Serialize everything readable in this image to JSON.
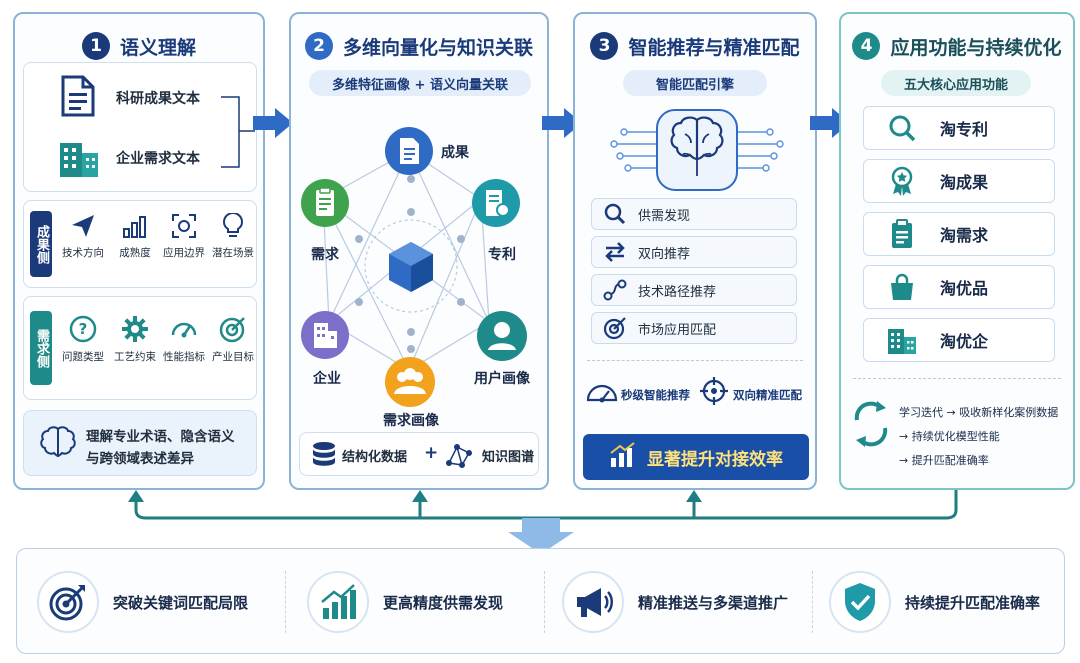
{
  "colors": {
    "navy": "#1a3a7a",
    "blue": "#2f6bc4",
    "teal": "#1e8a8a",
    "green": "#3fa34d",
    "orange": "#f2a21c",
    "purple": "#7b6fc9"
  },
  "panel1": {
    "num": "1",
    "title": "语义理解",
    "input1": "科研成果文本",
    "input2": "企业需求文本",
    "achieve_tag": "成果侧",
    "achieve_items": [
      "技术方向",
      "成熟度",
      "应用边界",
      "潜在场景"
    ],
    "demand_tag": "需求侧",
    "demand_items": [
      "问题类型",
      "工艺约束",
      "性能指标",
      "产业目标"
    ],
    "summary_line1": "理解专业术语、隐含语义",
    "summary_line2": "与跨领域表述差异"
  },
  "panel2": {
    "num": "2",
    "title": "多维向量化与知识关联",
    "subtitle": "多维特征画像 + 语义向量关联",
    "nodes": {
      "achieve": "成果",
      "patent": "专利",
      "user": "用户画像",
      "demand_portrait": "需求画像",
      "enterprise": "企业",
      "demand": "需求"
    },
    "footer_left": "结构化数据",
    "footer_plus": "+",
    "footer_right": "知识图谱"
  },
  "panel3": {
    "num": "3",
    "title": "智能推荐与精准匹配",
    "engine": "智能匹配引擎",
    "items": [
      "供需发现",
      "双向推荐",
      "技术路径推荐",
      "市场应用匹配"
    ],
    "feature1": "秒级智能推荐",
    "feature2": "双向精准匹配",
    "cta": "显著提升对接效率"
  },
  "panel4": {
    "num": "4",
    "title": "应用功能与持续优化",
    "subtitle": "五大核心应用功能",
    "functions": [
      "淘专利",
      "淘成果",
      "淘需求",
      "淘优品",
      "淘优企"
    ],
    "loop1": "学习迭代 → 吸收新样化案例数据",
    "loop2": "→ 持续优化模型性能",
    "loop3": "→ 提升匹配准确率"
  },
  "benefits": [
    "突破关键词匹配局限",
    "更高精度供需发现",
    "精准推送与多渠道推广",
    "持续提升匹配准确率"
  ]
}
